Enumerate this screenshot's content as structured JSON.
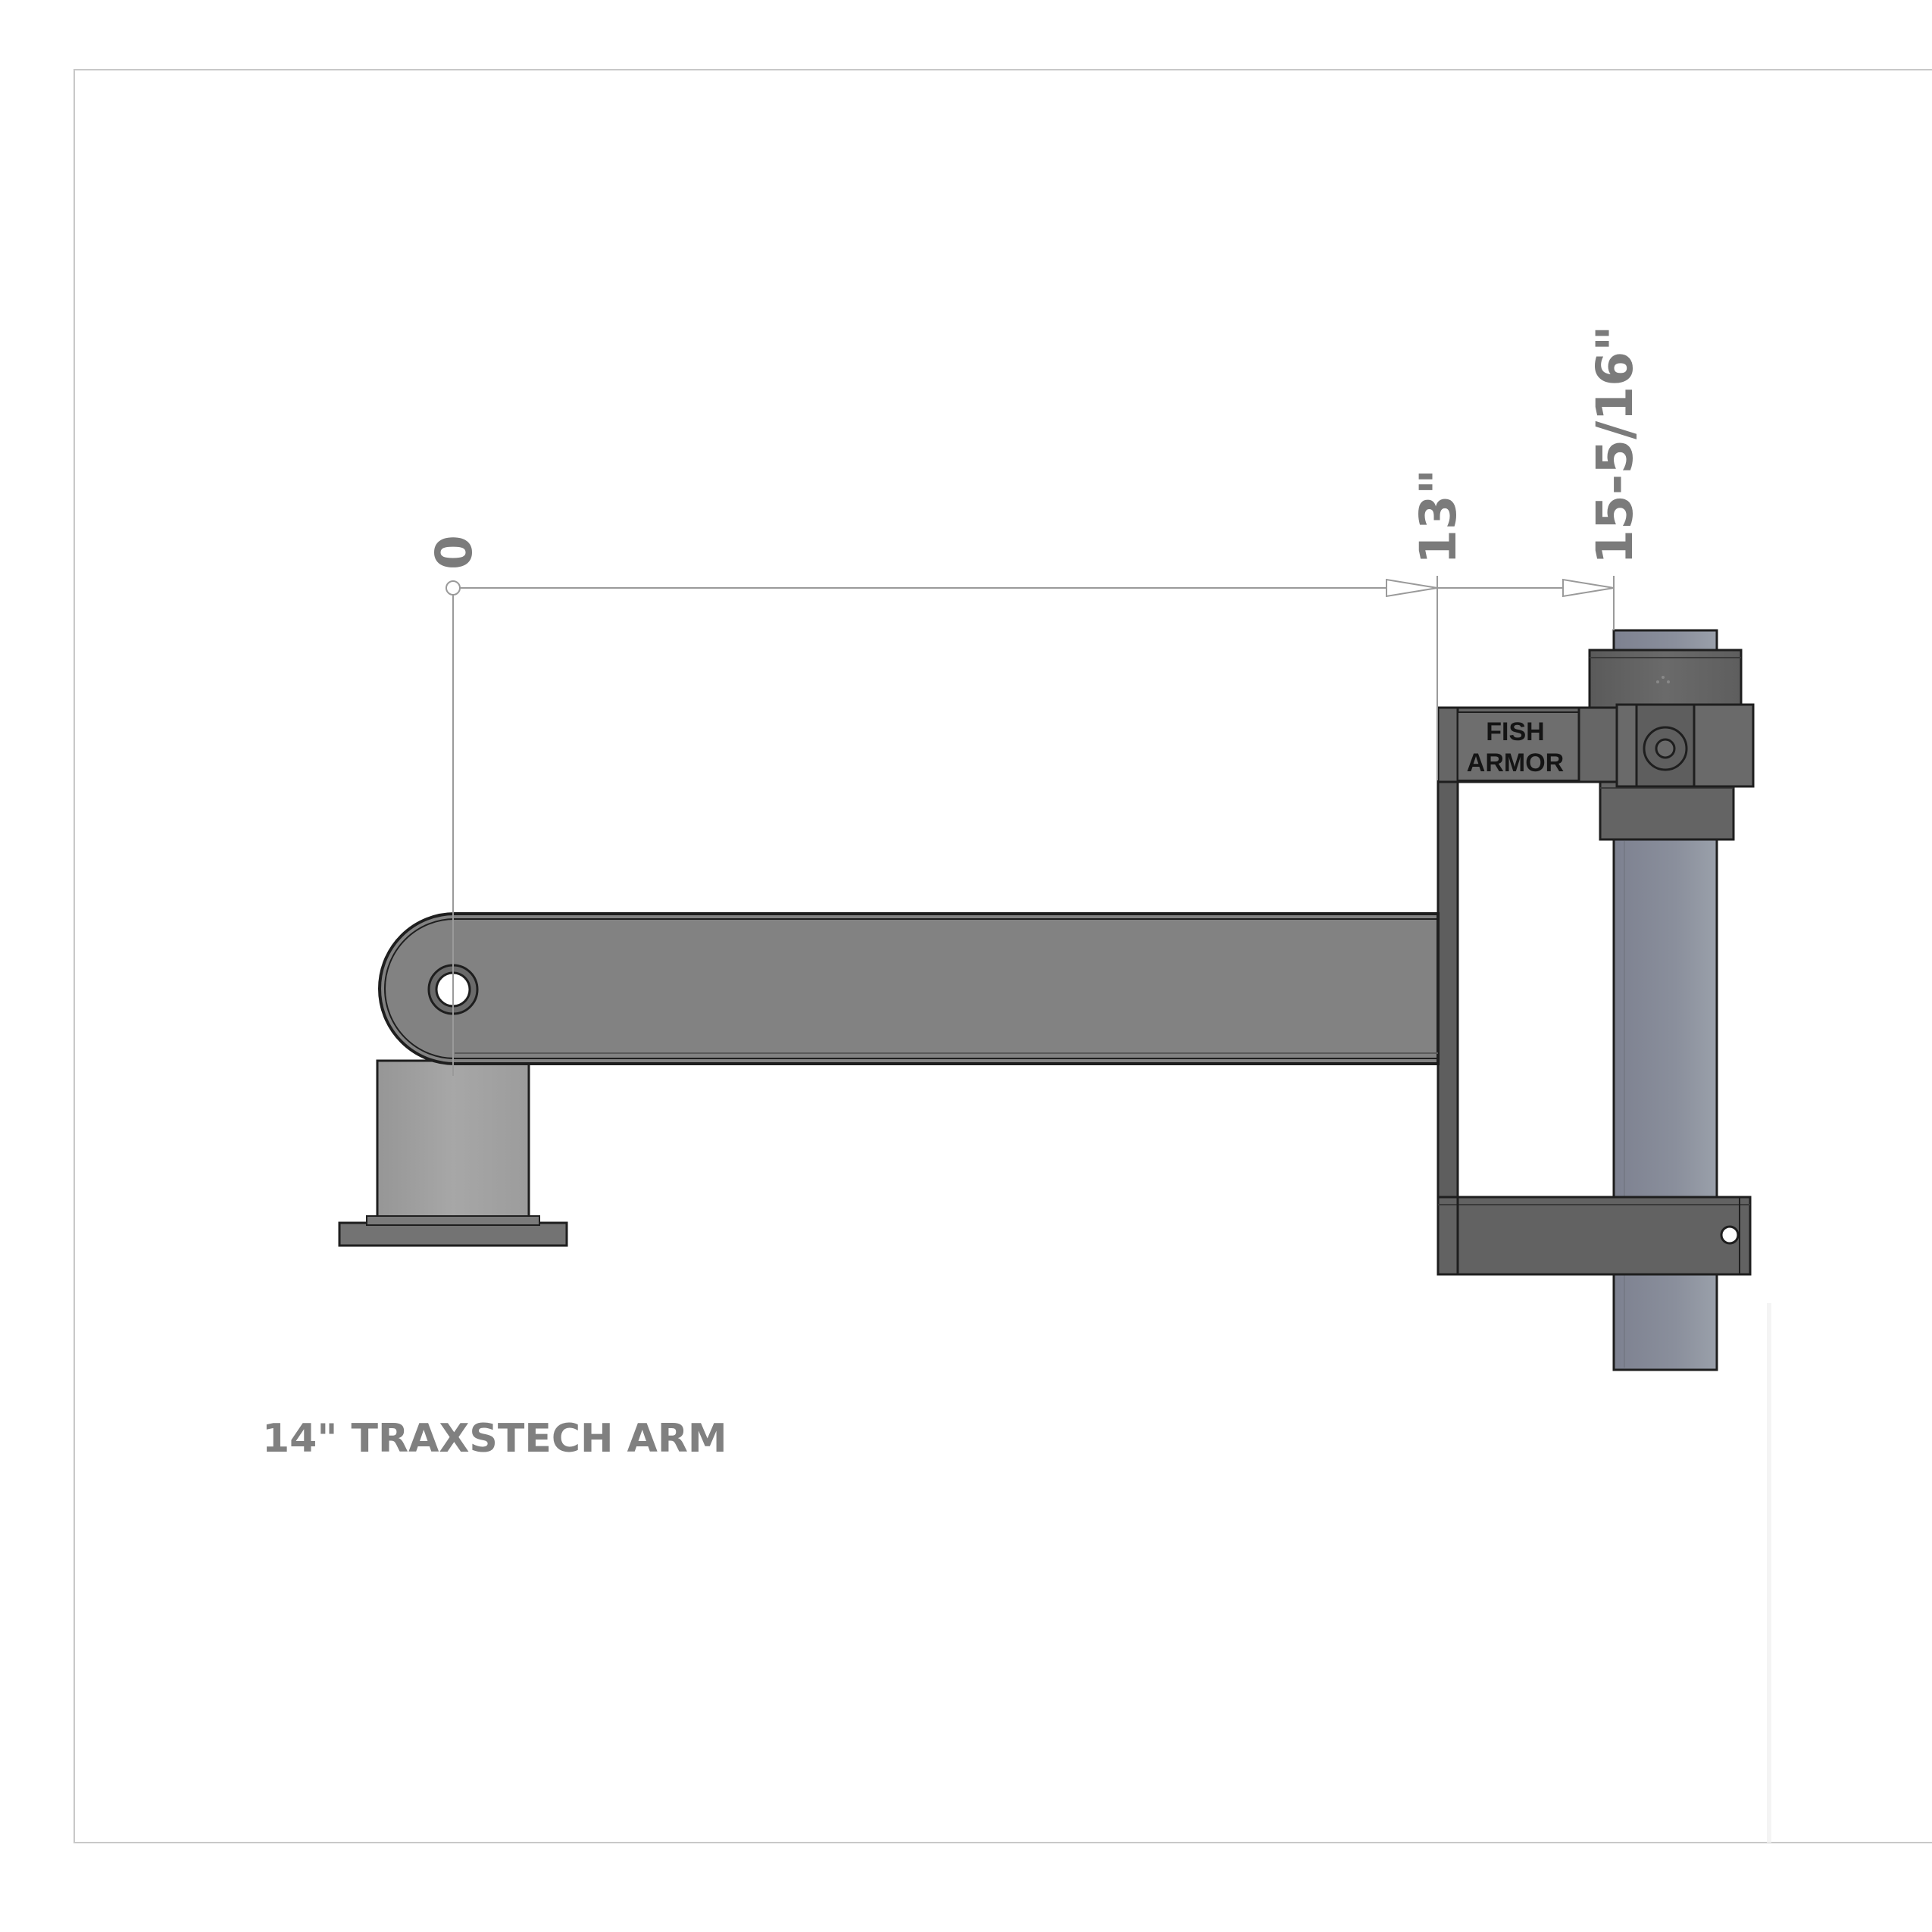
{
  "drawing": {
    "title": "14\" TRAXSTECH ARM",
    "brand_line1": "FISH",
    "brand_line2": "ARMOR",
    "dimensions": {
      "origin": "0",
      "first": "13\"",
      "second": "15-5/16\""
    }
  },
  "colors": {
    "frame": "#c8c8c8",
    "dimension_line": "#9a9a9a",
    "arm_body": "#828282",
    "bracket": "#626262",
    "pole": "#8a8f9b",
    "base": "#a2a2a2",
    "outline": "#1e1e1e"
  }
}
